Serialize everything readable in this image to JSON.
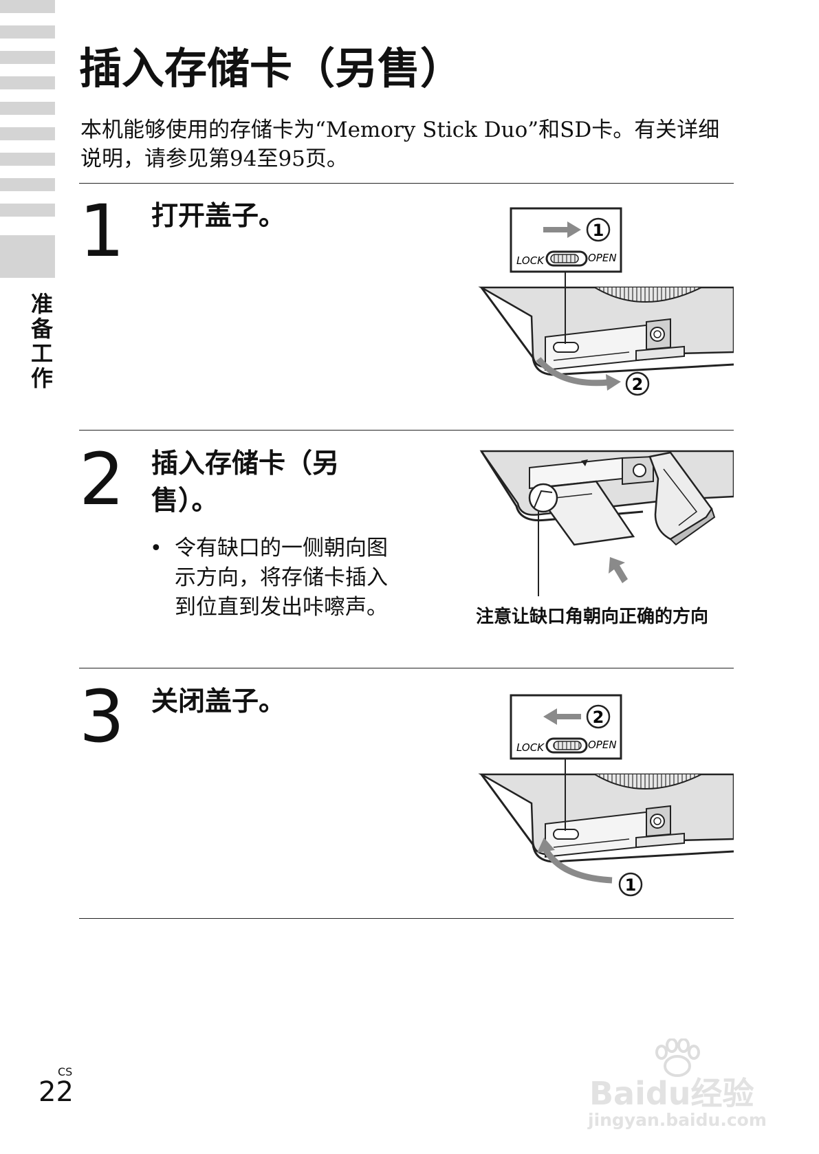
{
  "side_tab": {
    "label": "准备工作"
  },
  "title": "插入存储卡（另售）",
  "intro": "本机能够使用的存储卡为“Memory Stick Duo”和SD卡。有关详细说明，请参见第94至95页。",
  "steps": [
    {
      "number": "1",
      "title": "打开盖子。"
    },
    {
      "number": "2",
      "title": "插入存储卡（另售）。",
      "bullets": [
        "令有缺口的一侧朝向图示方向，将存储卡插入到位直到发出咔嚓声。"
      ]
    },
    {
      "number": "3",
      "title": "关闭盖子。"
    }
  ],
  "illustrations": {
    "open_cover": {
      "switch_left": "LOCK",
      "switch_right": "OPEN",
      "callout_1": "1",
      "callout_2": "2"
    },
    "insert_card": {
      "caption": "注意让缺口角朝向正确的方向"
    },
    "close_cover": {
      "switch_left": "LOCK",
      "switch_right": "OPEN",
      "callout_1": "1",
      "callout_2": "2"
    }
  },
  "footer": {
    "page_number": "22",
    "language_code": "CS"
  },
  "watermark": {
    "brand_text": "Baidu经验",
    "url_text": "jingyan.baidu.com"
  },
  "colors": {
    "tab_gray": "#d4d4d4",
    "body_gray": "#e0e0e0",
    "arrow_gray": "#8a8a8a"
  }
}
